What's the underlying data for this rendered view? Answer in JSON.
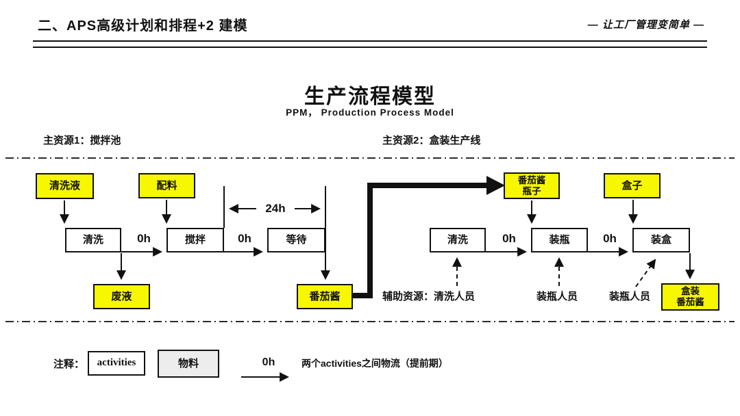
{
  "header": {
    "title": "二、APS高级计划和排程+2 建模",
    "tagline": "— 让工厂管理变简单 —"
  },
  "title": {
    "main": "生产流程模型",
    "subtitle": "PPM， Production Process Model"
  },
  "resources": {
    "primary1": "主资源1：搅拌池",
    "primary2": "主资源2：盒装生产线"
  },
  "colors": {
    "material_fill": "#F7F700",
    "activity_fill": "#FFFFFF",
    "legend_material_fill": "#EDEDED",
    "line": "#111111"
  },
  "diagram": {
    "materials": {
      "cleaning_liquid": "清洗液",
      "ingredients": "配料",
      "waste_liquid": "废液",
      "tomato_sauce": "番茄酱",
      "sauce_bottle": "番茄酱\n瓶子",
      "box": "盒子",
      "boxed_sauce": "盒装\n番茄酱"
    },
    "activities": {
      "wash1": "清洗",
      "mix": "搅拌",
      "wait": "等待",
      "wash2": "清洗",
      "fill_bottle": "装瓶",
      "fill_box": "装盒"
    },
    "lead_times": {
      "wash_to_mix": "0h",
      "mix_to_wait": "0h",
      "wait_duration": "24h",
      "wash2_to_fill": "0h",
      "fill_to_box": "0h"
    },
    "aux_labels": {
      "cleaning_staff": "辅助资源：清洗人员",
      "bottling_staff_1": "装瓶人员",
      "bottling_staff_2": "装瓶人员"
    }
  },
  "legend": {
    "label": "注释：",
    "activities_box": "activities",
    "material_box": "物料",
    "arrow_label": "0h",
    "description": "两个activities之间物流（提前期）"
  }
}
